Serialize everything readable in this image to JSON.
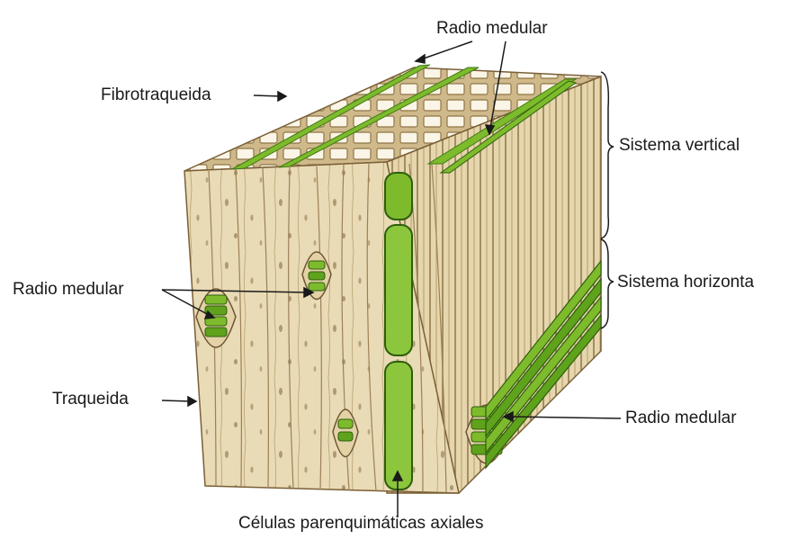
{
  "labels": {
    "radio_medular_top": "Radio medular",
    "fibrotraqueida": "Fibrotraqueida",
    "sistema_vertical": "Sistema vertical",
    "radio_medular_left": "Radio medular",
    "sistema_horizontal": "Sistema horizonta",
    "traqueida": "Traqueida",
    "radio_medular_right": "Radio medular",
    "celulas_parenquimaticas": "Células parenquimáticas axiales"
  },
  "colors": {
    "wood_light": "#ede0bd",
    "wood_mid": "#d9c596",
    "wood_dark": "#a58a5a",
    "ray_green": "#7dbb2c",
    "ray_green_dark": "#3f7a14",
    "ink": "#1a1a1a"
  }
}
